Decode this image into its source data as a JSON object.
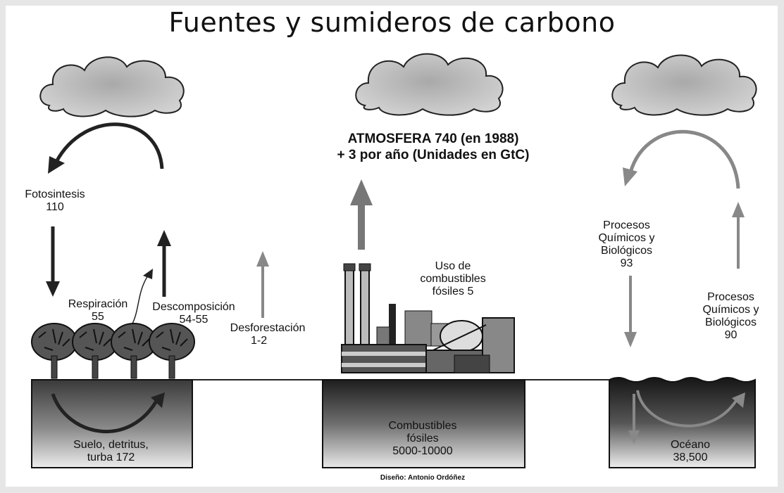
{
  "title": "Fuentes y sumideros de carbono",
  "atmosphere": {
    "line1": "ATMOSFERA 740 (en 1988)",
    "line2": "+ 3 por año (Unidades en GtC)"
  },
  "land": {
    "photosynthesis": {
      "name": "Fotosintesis",
      "value": "110"
    },
    "respiration": {
      "name": "Respiración",
      "value": "55"
    },
    "decomposition": {
      "name": "Descomposición",
      "value": "54-55"
    },
    "soil": {
      "line1": "Suelo, detritus,",
      "line2": "turba 172"
    }
  },
  "deforestation": {
    "name": "Desforestación",
    "value": "1-2"
  },
  "fossil": {
    "use_line1": "Uso de",
    "use_line2": "combustibles",
    "use_line3": "fósiles 5",
    "reservoir_line1": "Combustibles",
    "reservoir_line2": "fósiles",
    "reservoir_value": "5000-10000"
  },
  "ocean": {
    "down": {
      "line1": "Procesos",
      "line2": "Químicos y",
      "line3": "Biológicos",
      "value": "93"
    },
    "up": {
      "line1": "Procesos",
      "line2": "Químicos y",
      "line3": "Biológicos",
      "value": "90"
    },
    "reservoir_name": "Océano",
    "reservoir_value": "38,500"
  },
  "credit": "Diseño: Antonio Ordóñez",
  "colors": {
    "background": "#e6e6e6",
    "panel": "#ffffff",
    "dark_arrow": "#222222",
    "gray_arrow": "#888888",
    "cloud": "#b8b8b8"
  }
}
